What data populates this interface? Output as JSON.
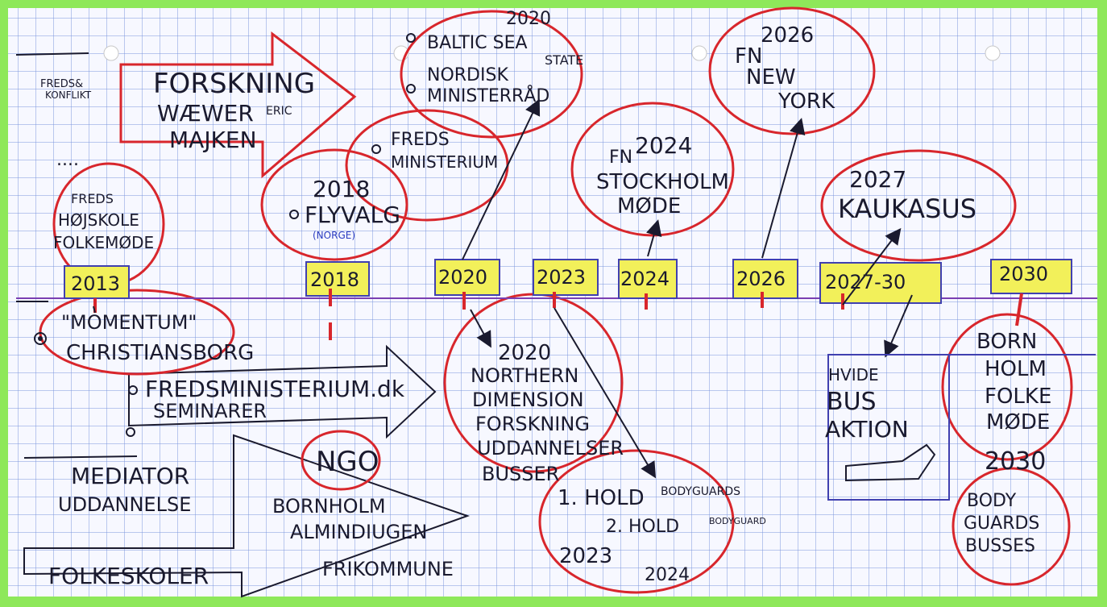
{
  "timeline": {
    "years": [
      "2013",
      "2018",
      "2020",
      "2023",
      "2024",
      "2026",
      "2027-30",
      "2030"
    ]
  },
  "top_items": {
    "forskning": {
      "small_left": "FREDS&\nKONFLIKT",
      "main": "FORSKNING",
      "wæver": "WÆWER",
      "eric": "ERIC",
      "majken": "MAJKEN"
    },
    "dots": "....",
    "freds_hojskole": {
      "line1": "FREDS",
      "line2": "HØJSKOLE",
      "line3": "FOLKEMØDE"
    },
    "flyvalg": {
      "year": "2018",
      "label": "FLYVALG",
      "sub": "(NORGE)"
    },
    "fredsministerium": {
      "line1": "FREDS",
      "line2": "MINISTERIUM"
    },
    "baltic": {
      "year": "2020",
      "line1": "BALTIC SEA",
      "line2": "STATE",
      "line3": "NORDISK",
      "line4": "MINISTERRÅD"
    },
    "fn_stockholm": {
      "fn": "FN",
      "year": "2024",
      "line1": "STOCKHOLM",
      "line2": "MØDE"
    },
    "fn_newyork": {
      "year": "2026",
      "line1": "FN",
      "line2": "NEW",
      "line3": "YORK"
    },
    "kaukasus": {
      "year": "2027",
      "line1": "KAUKASUS"
    }
  },
  "bottom_items": {
    "momentum": {
      "line1": "\"MOMENTUM\"",
      "line2": "CHRISTIANSBORG"
    },
    "fredsministerium_dk": {
      "line1": "FREDSMINISTERIUM.dk",
      "line2": "SEMINARER"
    },
    "mediator": {
      "line1": "MEDIATOR",
      "line2": "UDDANNELSE"
    },
    "folkeskoler": "FOLKESKOLER",
    "ngo": "NGO",
    "bornholm_alm": {
      "line1": "BORNHOLM",
      "line2": "ALMINDIUGEN"
    },
    "frikommune": "FRIKOMMUNE",
    "northern": {
      "year": "2020",
      "line1": "NORTHERN",
      "line2": "DIMENSION",
      "b1": "FORSKNING",
      "b2": "UDDANNELSER",
      "b3": "BUSSER"
    },
    "hold": {
      "h1": "1. HOLD",
      "h1s": "BODYGUARDS",
      "h2": "2. HOLD",
      "h2s": "BODYGUARD",
      "y1": "2023",
      "y2": "2024"
    },
    "hvide": {
      "line1": "HVIDE",
      "line2": "BUS",
      "line3": "AKTION"
    },
    "bornholm_fm": {
      "line1": "BORN",
      "line2": "HOLM",
      "line3": "FOLKE",
      "line4": "MØDE",
      "year": "2030"
    },
    "bodyguards": {
      "line1": "BODY",
      "line2": "GUARDS",
      "line3": "BUSSES"
    }
  },
  "colors": {
    "paper_grid": "#5f7fd0",
    "border": "#8ee85a",
    "red": "#d8262c",
    "ink": "#1a1a2e",
    "highlight": "#f2f05a",
    "box": "#4040b0"
  }
}
